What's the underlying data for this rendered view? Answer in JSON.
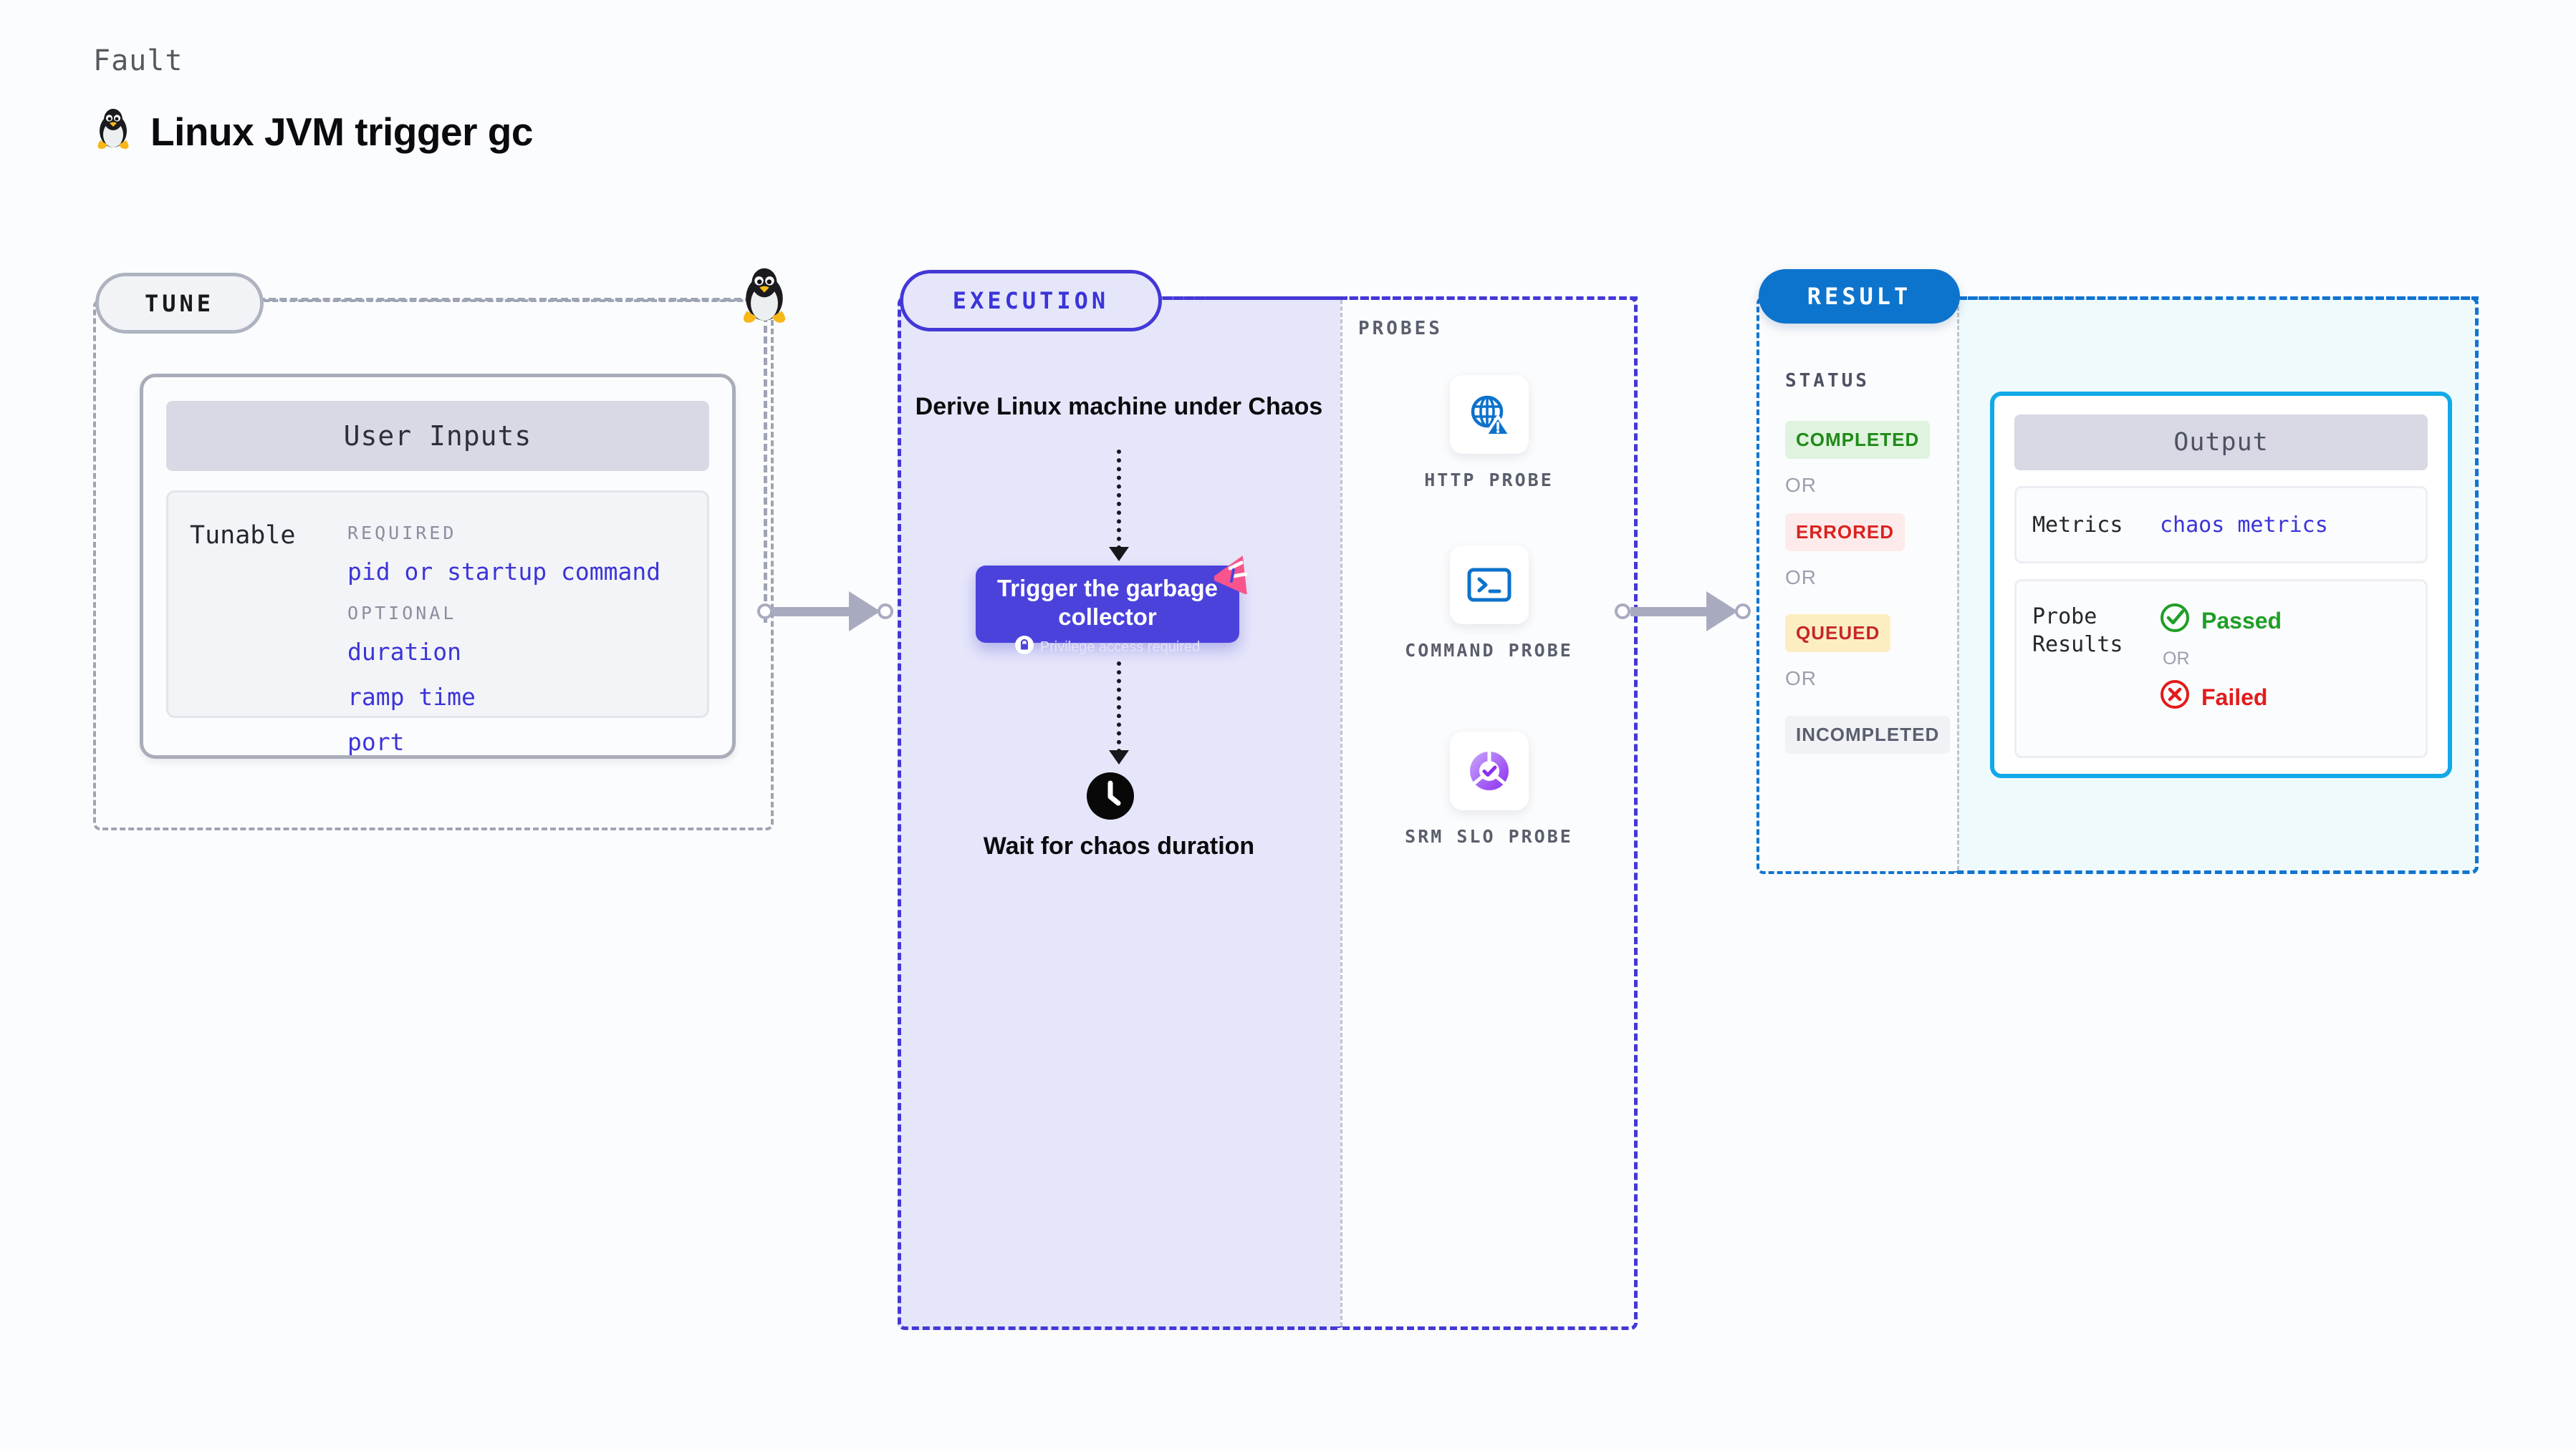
{
  "header": {
    "fault_label": "Fault",
    "title": "Linux JVM trigger gc",
    "os_icon": "linux-penguin-icon"
  },
  "tune": {
    "pill_label": "TUNE",
    "os_icon": "linux-penguin-icon",
    "card": {
      "header": "User Inputs",
      "row_label": "Tunable",
      "groups": [
        {
          "title": "REQUIRED",
          "fields": [
            "pid or startup command"
          ]
        },
        {
          "title": "OPTIONAL",
          "fields": [
            "duration",
            "ramp time",
            "port"
          ]
        }
      ]
    }
  },
  "execution": {
    "pill_label": "EXECUTION",
    "step_one": "Derive Linux machine under Chaos",
    "action": {
      "title": "Trigger the garbage collector",
      "privilege_note": "Privilege access required",
      "badge": "litmus-chaos-badge-icon",
      "lock_icon": "lock-icon"
    },
    "step_two": "Wait for chaos duration",
    "clock_icon": "clock-icon"
  },
  "probes": {
    "title": "PROBES",
    "items": [
      {
        "label": "HTTP PROBE",
        "icon": "globe-warning-icon"
      },
      {
        "label": "COMMAND PROBE",
        "icon": "terminal-prompt-icon"
      },
      {
        "label": "SRM SLO PROBE",
        "icon": "slo-gauge-check-icon"
      }
    ]
  },
  "result": {
    "pill_label": "RESULT",
    "status_title": "STATUS",
    "or_label": "OR",
    "statuses": [
      {
        "label": "COMPLETED",
        "bg": "#dff3de",
        "fg": "#1f8a18"
      },
      {
        "label": "ERRORED",
        "bg": "#fdeaea",
        "fg": "#d8231f"
      },
      {
        "label": "QUEUED",
        "bg": "#fdeec2",
        "fg": "#c6272a"
      },
      {
        "label": "INCOMPLETED",
        "bg": "#f1f2f6",
        "fg": "#5a5f6e"
      }
    ],
    "output": {
      "header": "Output",
      "metrics_key": "Metrics",
      "metrics_value": "chaos metrics",
      "probe_key": "Probe Results",
      "passed_label": "Passed",
      "failed_label": "Failed",
      "or_label": "OR",
      "passed_icon": "check-circle-icon",
      "failed_icon": "x-circle-icon"
    }
  },
  "colors": {
    "page_bg": "#fbfcfd",
    "tune_border": "#9ea4b3",
    "execution_accent": "#4338d6",
    "execution_fill": "#e6e6fb",
    "result_accent": "#1174d1",
    "result_fill": "#effafd",
    "output_border": "#11a9e8",
    "action_box": "#4b42dc",
    "link_text": "#3b34d8",
    "connector": "#a8abc0"
  }
}
